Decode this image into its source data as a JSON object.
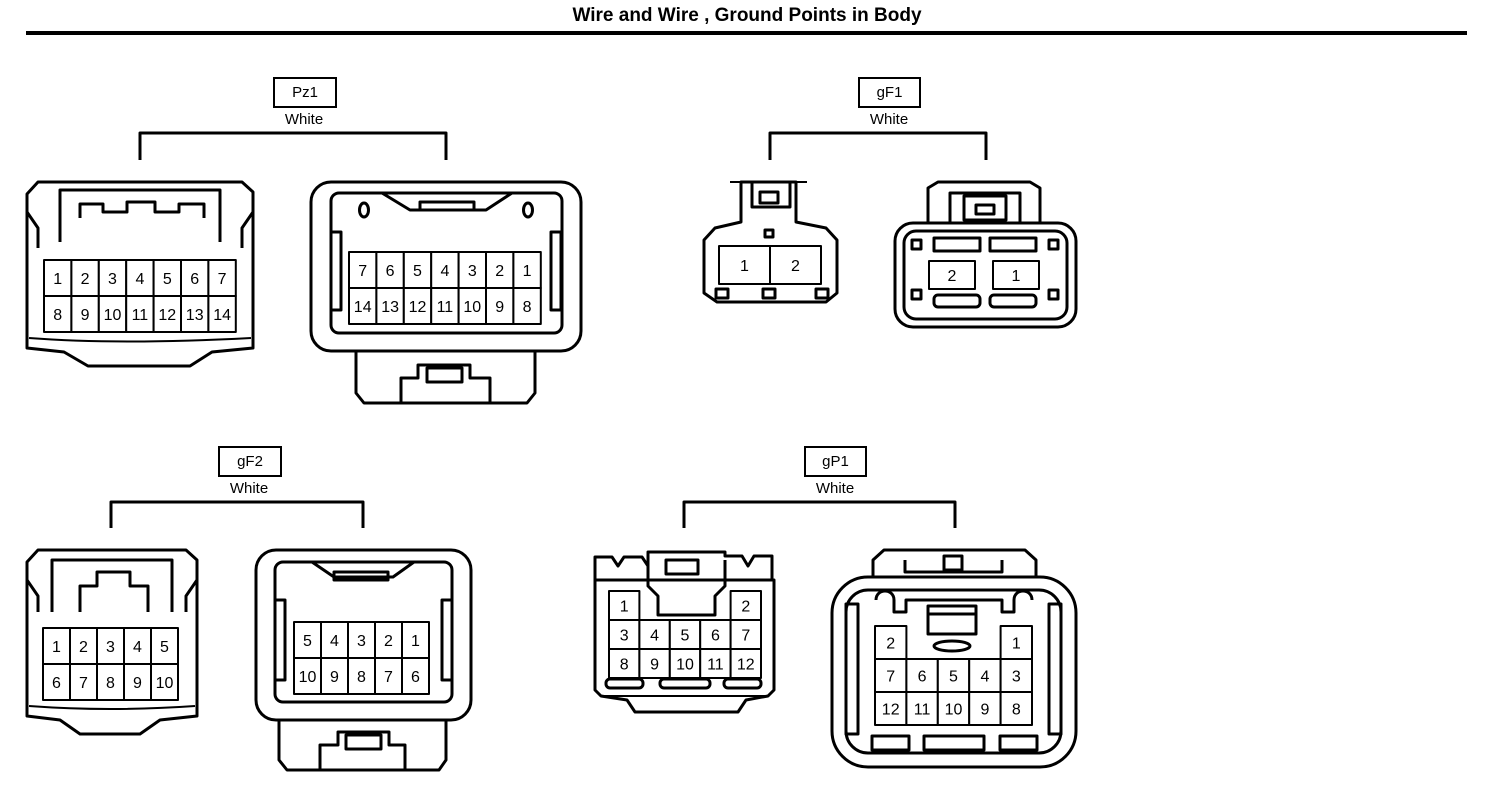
{
  "page": {
    "title": "Wire and Wire , Ground Points in Body"
  },
  "connectors": [
    {
      "code": "Pz1",
      "color": "White",
      "left_pins": [
        [
          "1",
          "2",
          "3",
          "4",
          "5",
          "6",
          "7"
        ],
        [
          "8",
          "9",
          "10",
          "11",
          "12",
          "13",
          "14"
        ]
      ],
      "right_pins": [
        [
          "7",
          "6",
          "5",
          "4",
          "3",
          "2",
          "1"
        ],
        [
          "14",
          "13",
          "12",
          "11",
          "10",
          "9",
          "8"
        ]
      ]
    },
    {
      "code": "gF1",
      "color": "White",
      "left_pins": [
        [
          "1",
          "2"
        ]
      ],
      "right_pins": [
        [
          "2",
          "1"
        ]
      ]
    },
    {
      "code": "gF2",
      "color": "White",
      "left_pins": [
        [
          "1",
          "2",
          "3",
          "4",
          "5"
        ],
        [
          "6",
          "7",
          "8",
          "9",
          "10"
        ]
      ],
      "right_pins": [
        [
          "5",
          "4",
          "3",
          "2",
          "1"
        ],
        [
          "10",
          "9",
          "8",
          "7",
          "6"
        ]
      ]
    },
    {
      "code": "gP1",
      "color": "White",
      "left_pins": [
        [
          "1",
          "",
          "",
          "",
          "2"
        ],
        [
          "3",
          "4",
          "5",
          "6",
          "7"
        ],
        [
          "8",
          "9",
          "10",
          "11",
          "12"
        ]
      ],
      "right_pins": [
        [
          "2",
          "",
          "",
          "",
          "1"
        ],
        [
          "7",
          "6",
          "5",
          "4",
          "3"
        ],
        [
          "12",
          "11",
          "10",
          "9",
          "8"
        ]
      ]
    }
  ]
}
